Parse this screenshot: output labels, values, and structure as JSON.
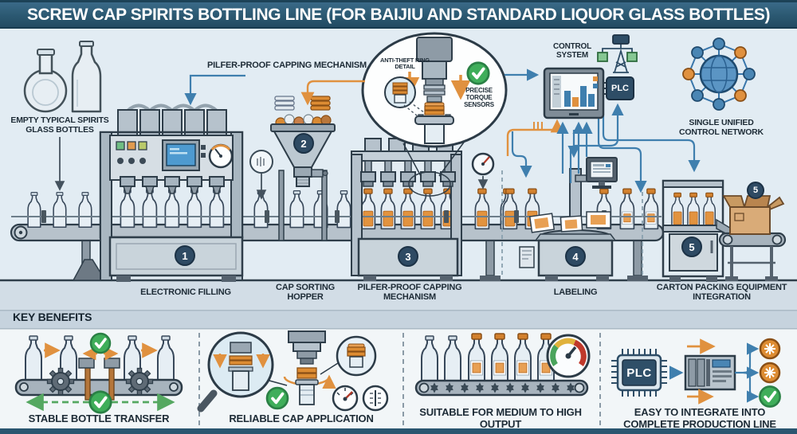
{
  "title": "SCREW CAP SPIRITS BOTTLING LINE (FOR BAIJIU AND STANDARD LIQUOR GLASS BOTTLES)",
  "line": {
    "empty_bottles_label": "EMPTY TYPICAL SPIRITS GLASS BOTTLES",
    "capping_callout_label": "PILFER-PROOF CAPPING MECHANISM",
    "detail": {
      "anti_theft_label": "ANTI-THEFT RING DETAIL",
      "torque_label": "PRECISE TORQUE SENSORS"
    },
    "control": {
      "control_system_label": "CONTROL SYSTEM",
      "plc_label": "PLC",
      "network_label": "SINGLE UNIFIED CONTROL NETWORK"
    },
    "stations": [
      {
        "num": "1",
        "label": "ELECTRONIC FILLING"
      },
      {
        "num": "2",
        "label": "CAP SORTING HOPPER"
      },
      {
        "num": "3",
        "label": "PILFER-PROOF CAPPING MECHANISM"
      },
      {
        "num": "4",
        "label": "LABELING"
      },
      {
        "num": "5",
        "label": "CARTON PACKING EQUIPMENT INTEGRATION"
      }
    ]
  },
  "benefits": {
    "heading": "KEY BENEFITS",
    "items": [
      {
        "label": "STABLE BOTTLE TRANSFER"
      },
      {
        "label": "RELIABLE CAP APPLICATION"
      },
      {
        "label": "SUITABLE FOR MEDIUM TO HIGH OUTPUT"
      },
      {
        "label": "EASY TO INTEGRATE INTO COMPLETE PRODUCTION LINE"
      }
    ],
    "plc_chip_label": "PLC"
  },
  "colors": {
    "header": "#2b5871",
    "accent_blue": "#3f7fae",
    "accent_orange": "#e0913f",
    "accent_green": "#3fae5a",
    "badge_navy": "#2e4a63"
  }
}
